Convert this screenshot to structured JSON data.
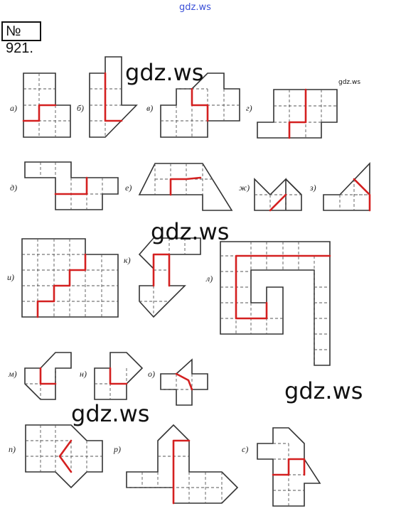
{
  "watermarks": {
    "top": "gdz.ws",
    "big": [
      "gdz.ws",
      "gdz.ws",
      "gdz.ws",
      "gdz.ws"
    ],
    "small": "gdz.ws"
  },
  "problem_number": "№ 921.",
  "figure_labels": [
    "а)",
    "б)",
    "в)",
    "г)",
    "д)",
    "е)",
    "ж)",
    "з)",
    "и)",
    "к)",
    "л)",
    "м)",
    "н)",
    "о)",
    "п)",
    "р)",
    "с)"
  ],
  "colors": {
    "outline": "#333333",
    "grid": "#555555",
    "cut": "#d42020"
  }
}
